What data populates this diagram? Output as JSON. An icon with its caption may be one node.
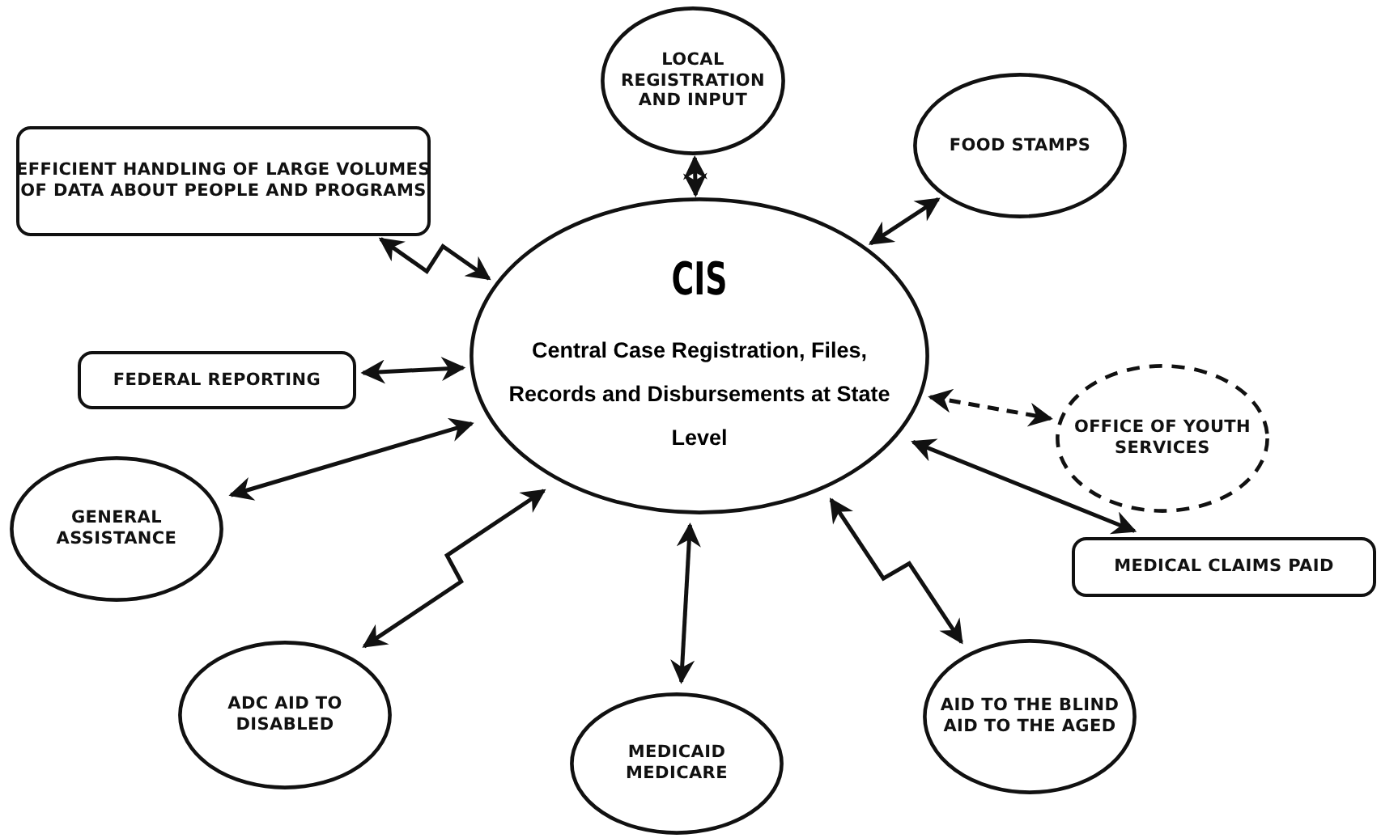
{
  "diagram": {
    "nodes": [
      {
        "text": [
          "CIS",
          "Central Case Registration, Files, Records and Disbursements at State Level"
        ]
      },
      {
        "text": [
          "LOCAL REGISTRATION AND INPUT"
        ]
      },
      {
        "text": [
          "EFFICIENT HANDLING OF LARGE VOLUMES OF DATA ABOUT PEOPLE AND PROGRAMS"
        ]
      },
      {
        "text": [
          "FOOD STAMPS"
        ]
      },
      {
        "text": [
          "FEDERAL REPORTING"
        ]
      },
      {
        "text": [
          "OFFICE OF YOUTH SERVICES"
        ]
      },
      {
        "text": [
          "GENERAL ASSISTANCE"
        ]
      },
      {
        "text": [
          "MEDICAL CLAIMS PAID"
        ]
      },
      {
        "text": [
          "ADC AID TO DISABLED"
        ]
      },
      {
        "text": [
          "MEDICAID MEDICARE"
        ]
      },
      {
        "text": [
          "AID TO THE BLIND AID TO THE AGED"
        ]
      }
    ],
    "edges": [
      {
        "from": 0,
        "to": 1,
        "arrow": "both"
      },
      {
        "from": 0,
        "to": 2,
        "arrow": "both"
      },
      {
        "from": 0,
        "to": 3,
        "arrow": "both"
      },
      {
        "from": 0,
        "to": 4,
        "arrow": "both"
      },
      {
        "from": 0,
        "to": 5,
        "arrow": "both",
        "style": "dashed"
      },
      {
        "from": 0,
        "to": 6,
        "arrow": "both"
      },
      {
        "from": 0,
        "to": 7,
        "arrow": "both"
      },
      {
        "from": 0,
        "to": 8,
        "arrow": "both"
      },
      {
        "from": 0,
        "to": 9,
        "arrow": "both"
      },
      {
        "from": 0,
        "to": 10,
        "arrow": "both"
      }
    ]
  }
}
